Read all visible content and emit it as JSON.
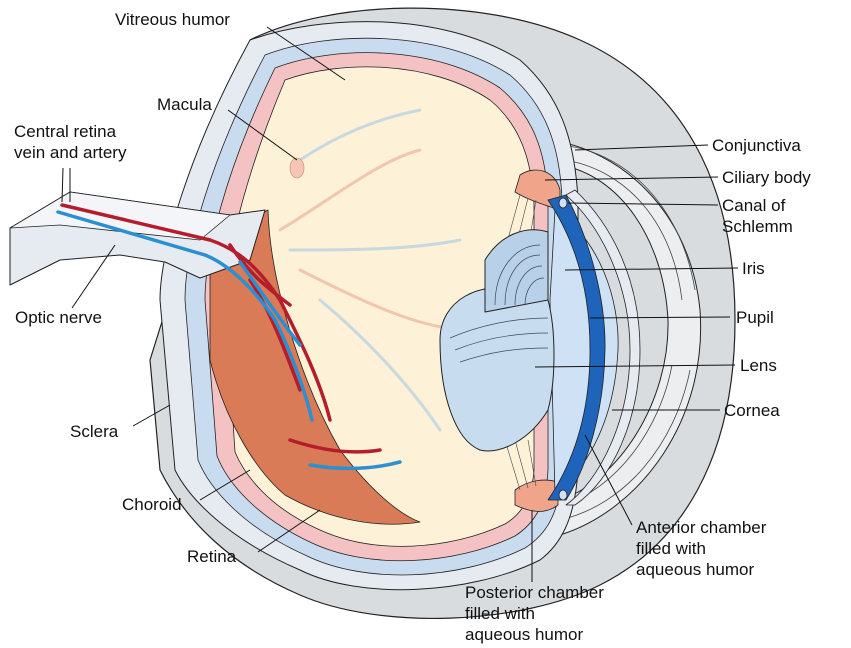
{
  "colors": {
    "sclera": "#eceeef",
    "sclera_shade": "#d7dadd",
    "choroid": "#c9dbef",
    "retina_pink": "#f4c2c2",
    "vitreous": "#fdf1d8",
    "retina_flesh": "#d97b56",
    "artery": "#b51d2c",
    "vein": "#2b8fd1",
    "aqueous": "#cfe2f5",
    "iris_blue": "#1e64ba",
    "lens": "#c8dcef",
    "outline": "#222222"
  },
  "labels": {
    "vitreous_humor": "Vitreous humor",
    "macula": "Macula",
    "central_retina_1": "Central retina",
    "central_retina_2": "vein and artery",
    "optic_nerve": "Optic nerve",
    "sclera": "Sclera",
    "choroid": "Choroid",
    "retina": "Retina",
    "conjunctiva": "Conjunctiva",
    "ciliary_body": "Ciliary body",
    "canal_1": "Canal of",
    "canal_2": "Schlemm",
    "iris": "Iris",
    "pupil": "Pupil",
    "lens": "Lens",
    "cornea": "Cornea",
    "anterior_1": "Anterior chamber",
    "anterior_2": "filled with",
    "anterior_3": "aqueous humor",
    "posterior_1": "Posterior chamber",
    "posterior_2": "filled with",
    "posterior_3": "aqueous humor"
  }
}
